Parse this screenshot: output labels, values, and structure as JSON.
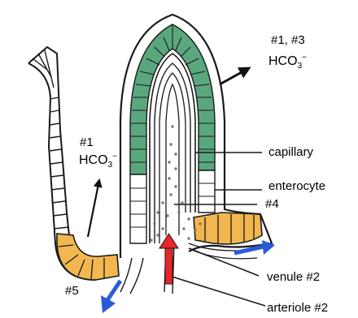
{
  "labels": {
    "top_right_marker": "#1, #3",
    "left_marker": "#1",
    "capillary": "capillary",
    "enterocyte": "enterocyte",
    "marker_4": "#4",
    "marker_5": "#5",
    "venule": "venule #2",
    "arteriole": "arteriole #2"
  },
  "ions": {
    "base": "HCO",
    "subscript": "3",
    "charge": "−"
  },
  "colors": {
    "outline": "#1a1a1a",
    "villus_tip_cells": "#5aa77e",
    "crypt_cells": "#f2b74f",
    "arteriole_arrow": "#e8252a",
    "venule_arrow": "#2a5bd7",
    "dots": "#777777"
  },
  "icons": {
    "top_right_arrow": "arrow-icon",
    "left_arrow": "arrow-icon",
    "arteriole_arrow": "red-arrow-icon",
    "venule_arrow_right": "blue-arrow-icon",
    "venule_arrow_left": "blue-arrow-icon"
  }
}
